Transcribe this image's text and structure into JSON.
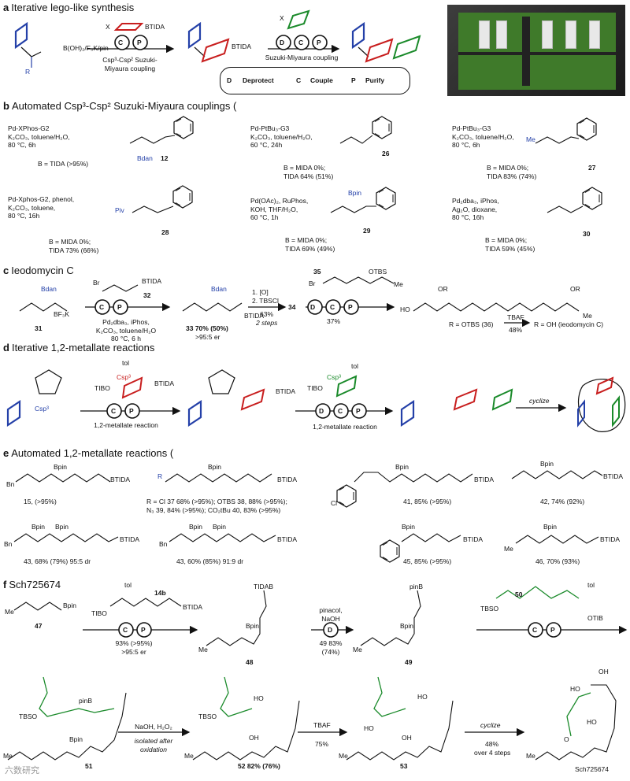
{
  "sections": {
    "a": {
      "letter": "a",
      "title": "Iterative lego-like synthesis"
    },
    "b": {
      "letter": "b",
      "title": "Automated Csp³-Csp² Suzuki-Miyaura couplings ("
    },
    "c": {
      "letter": "c",
      "title": "Ieodomycin C"
    },
    "d": {
      "letter": "d",
      "title": "Iterative 1,2-metallate reactions"
    },
    "e": {
      "letter": "e",
      "title": "Automated 1,2-metallate reactions ("
    },
    "f": {
      "letter": "f",
      "title": "Sch725674"
    }
  },
  "a": {
    "boron": "B(OH)₂/F₃K/pin",
    "r": "R",
    "x": "X",
    "btida": "BTIDA",
    "step1": "Csp³-Csp² Suzuki-",
    "step1b": "Miyaura coupling",
    "step2": "Suzuki-Miyaura coupling",
    "legend": [
      {
        "letter": "D",
        "label": "Deprotect"
      },
      {
        "letter": "C",
        "label": "Couple"
      },
      {
        "letter": "P",
        "label": "Purify"
      }
    ]
  },
  "b": {
    "entries": [
      {
        "cond": [
          "Pd-XPhos-G2",
          "K₂CO₃, toluene/H₂O,",
          "80 °C, 6h"
        ],
        "result": [
          "B = TIDA (>95%)"
        ],
        "num": "12",
        "extra": "Bdan"
      },
      {
        "cond": [
          "Pd-PtBu₃-G3",
          "K₂CO₃, toluene/H₂O,",
          "60 °C, 24h"
        ],
        "result": [
          "B = MIDA 0%;",
          "TIDA 64% (51%)"
        ],
        "num": "26",
        "extra": ""
      },
      {
        "cond": [
          "Pd-PtBu₃-G3",
          "K₂CO₃, toluene/H₂O,",
          "80 °C, 6h"
        ],
        "result": [
          "B = MIDA 0%;",
          "TIDA 83% (74%)"
        ],
        "num": "27",
        "extra": "Me"
      },
      {
        "cond": [
          "Pd-Xphos-G2, phenol,",
          "K₂CO₃, toluene,",
          "80 °C, 16h"
        ],
        "result": [
          "B = MIDA 0%;",
          "TIDA 73% (66%)"
        ],
        "num": "28",
        "extra": "Piv"
      },
      {
        "cond": [
          "Pd(OAc)₂, RuPhos,",
          "KOH, THF/H₂O,",
          "60 °C, 1h"
        ],
        "result": [
          "B = MIDA 0%;",
          "TIDA 69% (49%)"
        ],
        "num": "29",
        "extra": "Bpin"
      },
      {
        "cond": [
          "Pd₂dba₃, iPhos,",
          "Ag₂O, dioxane,",
          "80 °C, 16h"
        ],
        "result": [
          "B = MIDA 0%;",
          "TIDA 59% (45%)"
        ],
        "num": "30",
        "extra": ""
      }
    ]
  },
  "c": {
    "sm": "31",
    "sm_label": "BF₃K",
    "bdan": "Bdan",
    "reagent": "32",
    "reagent_label": "BTIDA",
    "br": "Br",
    "cond": [
      "Pd₂dba₃, iPhos,",
      "K₂CO₃, toluene/H₂O",
      "80 °C, 6 h"
    ],
    "p33": "33 70% (50%)",
    "p33er": ">95:5 er",
    "steps": [
      "1. [O]",
      "2. TBSCl"
    ],
    "steps_yield": "63%",
    "steps_note": "2 steps",
    "n34": "34",
    "n35": "35",
    "otbs": "OTBS",
    "me": "Me",
    "dcp_yield": "37%",
    "ho": "HO",
    "or": "OR",
    "r_def": "R = OTBS (36)",
    "tbaf": "TBAF",
    "tbaf_yield": "48%",
    "final": "R = OH (ieodomycin C)"
  },
  "d": {
    "csp3": "Csp³",
    "tib": "TIBO",
    "tol": "tol",
    "btida": "BTIDA",
    "label1": "1,2-metallate reaction",
    "label2": "1,2-metallate reaction",
    "cyclize": "cyclize"
  },
  "e": {
    "bpin": "Bpin",
    "btida": "BTIDA",
    "items": [
      {
        "prefix": "Bn",
        "text": "15, (>95%)"
      },
      {
        "prefix": "R",
        "text": "R = Cl 37 68% (>95%); OTBS 38, 88% (>95%);",
        "text2": "N₃ 39, 84% (>95%); CO₂tBu 40, 83% (>95%)"
      },
      {
        "prefix": "Cl",
        "text": "41, 85% (>95%)"
      },
      {
        "prefix": "",
        "text": "42, 74% (92%)"
      },
      {
        "prefix": "Bn",
        "text": "43, 68% (79%) 95:5 dr"
      },
      {
        "prefix": "Bn",
        "text": "43, 60% (85%) 91:9 dr"
      },
      {
        "prefix": "",
        "text": "45, 85% (>95%)"
      },
      {
        "prefix": "Me",
        "text": "46, 70% (93%)"
      }
    ]
  },
  "f": {
    "n47": "47",
    "bpin": "Bpin",
    "me": "Me",
    "n14b": "14b",
    "tol": "tol",
    "tib": "TIBO",
    "btida": "BTIDA",
    "step1_yield": "93% (>95%)",
    "step1_er": ">95:5 er",
    "n48": "48",
    "tidab": "TIDAB",
    "pinacol": [
      "pinacol,",
      "NaOH"
    ],
    "y49": "49 83%",
    "y49b": "(74%)",
    "n49": "49",
    "pinb": "pinB",
    "n50": "50",
    "tbso": "TBSO",
    "otib": "OTIB",
    "n51": "51",
    "ox": "NaOH, H₂O₂",
    "ox_note": [
      "isolated after",
      "oxidation"
    ],
    "n52": "52 82% (76%)",
    "oh": "OH",
    "ho": "HO",
    "tbaf": "TBAF",
    "tbaf_yield": "75%",
    "n53": "53",
    "cyclize": "cyclize",
    "cyc_yield": "48%",
    "cyc_note": "over 4 steps",
    "final": "Sch725674",
    "o": "O"
  },
  "watermark": "六数研究"
}
